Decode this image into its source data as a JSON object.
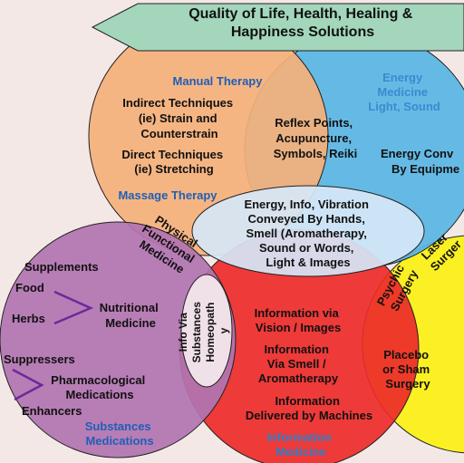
{
  "banner": {
    "line1": "Quality of Life, Health, Healing &",
    "line2": "Happiness Solutions"
  },
  "manual": {
    "title": "Manual Therapy",
    "indirect": [
      "Indirect Techniques",
      "(ie) Strain and",
      "Counterstrain"
    ],
    "direct": [
      "Direct Techniques",
      "(ie) Stretching"
    ],
    "massage": "Massage Therapy"
  },
  "energy": {
    "title": [
      "Energy",
      "Medicine",
      "Light, Sound"
    ],
    "reflex": [
      "Reflex Points,",
      "Acupuncture,",
      "Symbols, Reiki"
    ],
    "conveyed": [
      "Energy Conv",
      "By Equipme"
    ]
  },
  "center": [
    "Energy, Info, Vibration",
    "Conveyed By Hands,",
    "Smell (Aromatherapy,",
    "Sound or Words,",
    "Light & Images"
  ],
  "physical": [
    "Physical",
    "Functional",
    "Medicine"
  ],
  "substances": {
    "supplements": "Supplements",
    "food": "Food",
    "herbs": "Herbs",
    "nutritional": [
      "Nutritional",
      "Medicine"
    ],
    "suppressers": "Suppressers",
    "pharma": [
      "Pharmacological",
      "Medications"
    ],
    "enhancers": "Enhancers",
    "title": [
      "Substances",
      "Medications"
    ]
  },
  "homeopathy": [
    "Info Via",
    "Substances",
    "Homeopath",
    "y"
  ],
  "information": {
    "vision": [
      "Information via",
      "Vision / Images"
    ],
    "smell": [
      "Information",
      "Via Smell /",
      "Aromatherapy"
    ],
    "machines": [
      "Information",
      "Delivered by Machines"
    ],
    "title": [
      "Information",
      "Medicine"
    ]
  },
  "surgery": {
    "laser": [
      "Laser",
      "Surger"
    ],
    "psychic": [
      "Psychic",
      "Surgery"
    ],
    "placebo": [
      "Placebo",
      "or Sham",
      "Surgery"
    ]
  },
  "colors": {
    "background": "#f4e8e6",
    "banner": "#a3d6bb",
    "manual": "#f4b07b",
    "energy": "#58b5e5",
    "substances": "#b274b0",
    "information": "#ed2a2a",
    "surgery": "#fbf023",
    "center_ellipse": "#d6e7f7",
    "label_dark": "#111111",
    "label_blue": "#1f5fb4"
  }
}
